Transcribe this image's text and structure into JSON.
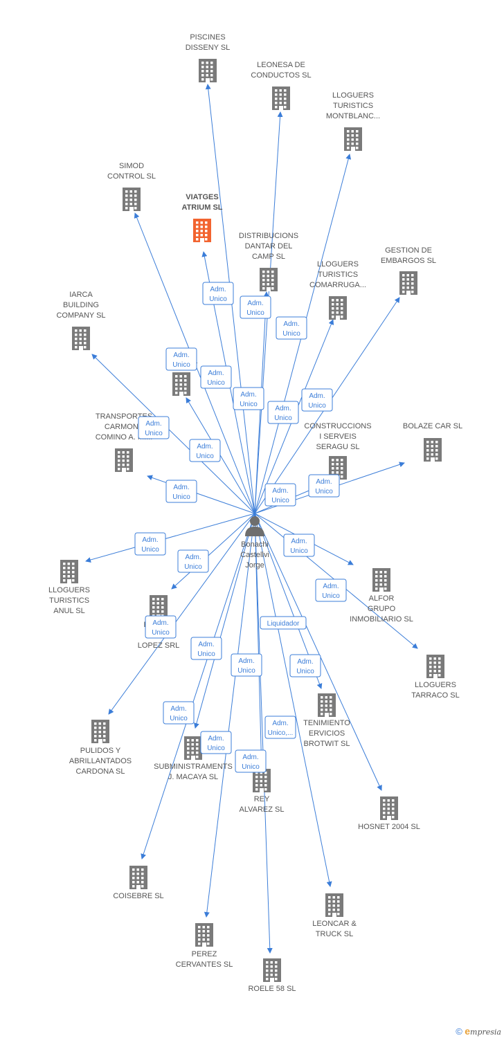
{
  "colors": {
    "edge": "#3b7dd8",
    "company": "#7a7a7a",
    "company_highlight": "#f26430",
    "person": "#6e6e6e"
  },
  "center": {
    "name_lines": [
      "Bonachi",
      "Castellvi",
      "Jorge"
    ],
    "icon": "person-icon"
  },
  "companies": [
    {
      "id": "piscines",
      "lines": [
        "PISCINES",
        "DISSENY  SL"
      ],
      "role": [
        "Adm.",
        "Unico"
      ]
    },
    {
      "id": "leonesa",
      "lines": [
        "LEONESA DE",
        "CONDUCTOS SL"
      ],
      "role": [
        "Adm.",
        "Unico"
      ]
    },
    {
      "id": "montblanc",
      "lines": [
        "LLOGUERS",
        "TURISTICS",
        "MONTBLANC..."
      ],
      "role": [
        "Adm.",
        "Unico"
      ]
    },
    {
      "id": "simod",
      "lines": [
        "SIMOD",
        "CONTROL SL"
      ],
      "role": [
        "Adm.",
        "Unico"
      ]
    },
    {
      "id": "viatges",
      "lines": [
        "VIATGES",
        "ATRIUM SL"
      ],
      "role": [
        "Adm.",
        "Unico"
      ],
      "highlight": true
    },
    {
      "id": "dantar",
      "lines": [
        "DISTRIBUCIONS",
        "DANTAR DEL",
        "CAMP SL"
      ],
      "role": [
        "Adm.",
        "Unico"
      ]
    },
    {
      "id": "comarruga",
      "lines": [
        "LLOGUERS",
        "TURISTICS",
        "COMARRUGA..."
      ],
      "role": [
        "Adm.",
        "Unico"
      ]
    },
    {
      "id": "embargos",
      "lines": [
        "GESTION DE",
        "EMBARGOS  SL"
      ],
      "role": [
        "Adm.",
        "Unico"
      ]
    },
    {
      "id": "iarca",
      "lines": [
        "IARCA",
        "BUILDING",
        "COMPANY SL"
      ],
      "role": [
        "Adm.",
        "Unico"
      ]
    },
    {
      "id": "joy",
      "lines": [
        "JOY",
        "EMPERA"
      ],
      "role": [
        "Adm.",
        "Unico"
      ]
    },
    {
      "id": "transportes",
      "lines": [
        "TRANSPORTES",
        "CARMONA",
        "COMINO A. M...."
      ],
      "role": [
        "Adm.",
        "Unico"
      ]
    },
    {
      "id": "construccions",
      "lines": [
        "CONSTRUCCIONS",
        "I SERVEIS",
        "SERAGU SL"
      ],
      "role": [
        "Adm.",
        "Unico"
      ]
    },
    {
      "id": "bolaze",
      "lines": [
        "BOLAZE CAR SL"
      ],
      "role": [
        "Adm.",
        "Unico"
      ]
    },
    {
      "id": "anul",
      "lines": [
        "LLOGUERS",
        "TURISTICS",
        "ANUL SL"
      ],
      "role": [
        "Adm.",
        "Unico"
      ]
    },
    {
      "id": "excavaciones",
      "lines": [
        "EXCAVA",
        "MAR",
        "LOPEZ SRL"
      ],
      "role": [
        "Adm.",
        "Unico"
      ]
    },
    {
      "id": "alfor",
      "lines": [
        "ALFOR",
        "GRUPO",
        "INMOBILIARIO SL"
      ],
      "role": [
        "Adm.",
        "Unico"
      ]
    },
    {
      "id": "tarraco",
      "lines": [
        "LLOGUERS",
        "TARRACO SL"
      ],
      "role": [
        "Adm.",
        "Unico"
      ]
    },
    {
      "id": "pulidos",
      "lines": [
        "PULIDOS Y",
        "ABRILLANTADOS",
        "CARDONA SL"
      ],
      "role": [
        "Adm.",
        "Unico"
      ]
    },
    {
      "id": "brotwit",
      "lines": [
        "TENIMIENTO",
        "ERVICIOS",
        "BROTWIT SL"
      ],
      "role": [
        "Liquidador"
      ]
    },
    {
      "id": "macaya",
      "lines": [
        "SUBMINISTRAMENTS",
        "J. MACAYA SL"
      ],
      "role": [
        "Adm.",
        "Unico"
      ]
    },
    {
      "id": "rey",
      "lines": [
        "REY",
        "ALVAREZ SL"
      ],
      "role": [
        "Adm.",
        "Unico"
      ]
    },
    {
      "id": "hosnet",
      "lines": [
        "HOSNET 2004 SL"
      ],
      "role": [
        "Adm.",
        "Unico"
      ]
    },
    {
      "id": "coisebre",
      "lines": [
        "COISEBRE SL"
      ],
      "role": [
        "Adm.",
        "Unico"
      ]
    },
    {
      "id": "leoncar",
      "lines": [
        "LEONCAR &",
        "TRUCK  SL"
      ],
      "role": [
        "Adm.",
        "Unico,..."
      ]
    },
    {
      "id": "perez",
      "lines": [
        "PEREZ",
        "CERVANTES SL"
      ],
      "role": [
        "Adm.",
        "Unico"
      ]
    },
    {
      "id": "roele",
      "lines": [
        "ROELE 58 SL"
      ],
      "role": [
        "Adm.",
        "Unico"
      ]
    }
  ],
  "footer": {
    "copyright": "©",
    "brand_initial": "e",
    "brand_rest": "mpresia"
  }
}
